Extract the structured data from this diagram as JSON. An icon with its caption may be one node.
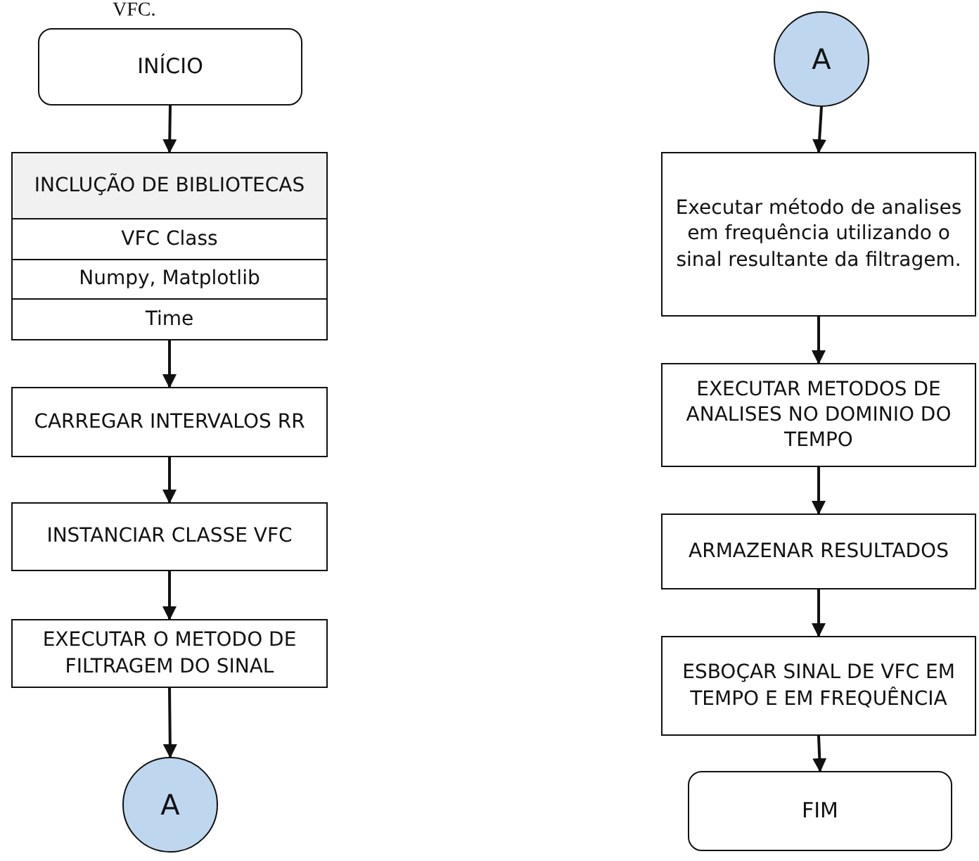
{
  "diagram": {
    "nodes": [
      {
        "text": [
          "INÍCIO"
        ]
      },
      {
        "text": [
          "INCLUÇÃO DE BIBLIOTECAS",
          "VFC Class",
          "Numpy, Matplotlib",
          "Time"
        ]
      },
      {
        "text": [
          "CARREGAR INTERVALOS RR"
        ]
      },
      {
        "text": [
          "INSTANCIAR CLASSE VFC"
        ]
      },
      {
        "text": [
          "EXECUTAR O METODO DE FILTRAGEM DO SINAL"
        ]
      },
      {
        "text": [
          "A"
        ]
      },
      {
        "text": [
          "A"
        ]
      },
      {
        "text": [
          "Executar método de analises em frequência utilizando o sinal resultante da filtragem."
        ]
      },
      {
        "text": [
          "EXECUTAR METODOS DE ANALISES NO DOMINIO DO TEMPO"
        ]
      },
      {
        "text": [
          "ARMAZENAR RESULTADOS"
        ]
      },
      {
        "text": [
          "ESBOÇAR SINAL DE VFC EM TEMPO E EM FREQUÊNCIA"
        ]
      },
      {
        "text": [
          "FIM"
        ]
      }
    ],
    "edges": [
      {
        "from": 0,
        "to": 1,
        "arrow": "to"
      },
      {
        "from": 1,
        "to": 2,
        "arrow": "to"
      },
      {
        "from": 2,
        "to": 3,
        "arrow": "to"
      },
      {
        "from": 3,
        "to": 4,
        "arrow": "to"
      },
      {
        "from": 4,
        "to": 5,
        "arrow": "to"
      },
      {
        "from": 6,
        "to": 7,
        "arrow": "to"
      },
      {
        "from": 7,
        "to": 8,
        "arrow": "to"
      },
      {
        "from": 8,
        "to": 9,
        "arrow": "to"
      },
      {
        "from": 9,
        "to": 10,
        "arrow": "to"
      },
      {
        "from": 10,
        "to": 11,
        "arrow": "to"
      }
    ],
    "labels": [
      "VFC."
    ]
  }
}
